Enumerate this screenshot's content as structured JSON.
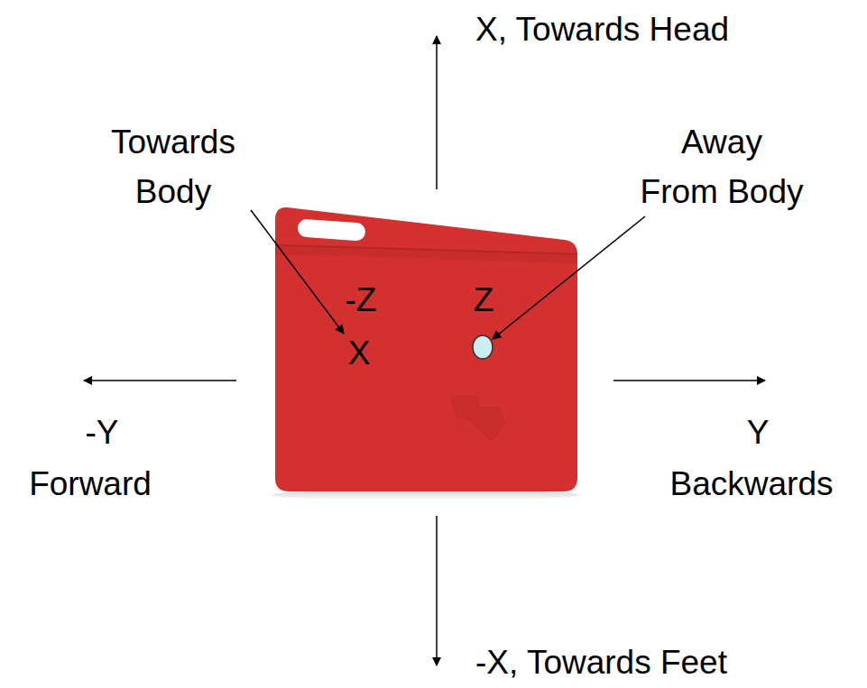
{
  "diagram": {
    "labels": [
      "X, Towards Head",
      "Towards Body",
      "Away From Body",
      "-Z",
      "Z",
      "X",
      "-Y",
      "Forward",
      "Y",
      "Backwards",
      "-X, Towards Feet"
    ]
  }
}
